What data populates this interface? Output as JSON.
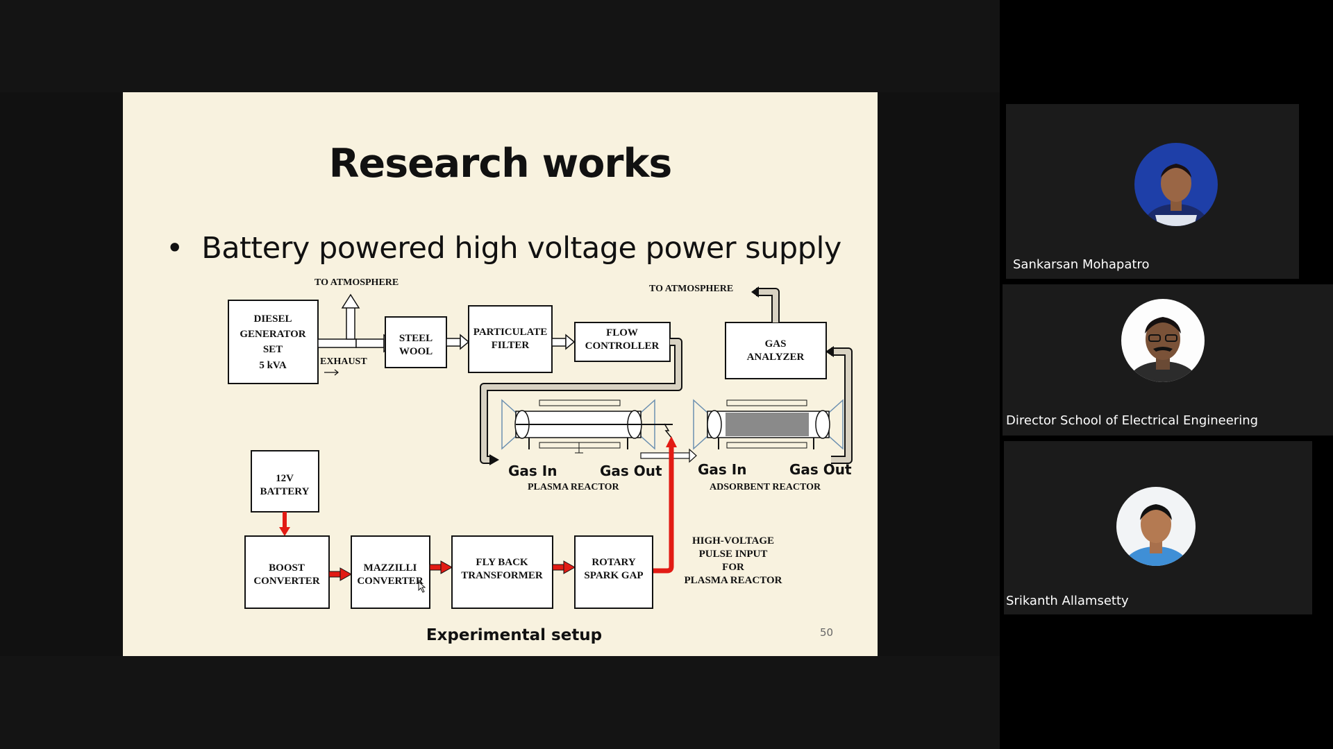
{
  "slide": {
    "title": "Research works",
    "bullet": "Battery powered high voltage power supply",
    "caption": "Experimental setup",
    "page_number": "50",
    "diagram": {
      "to_atmosphere_left": "TO ATMOSPHERE",
      "to_atmosphere_right": "TO ATMOSPHERE",
      "diesel_line1": "DIESEL",
      "diesel_line2": "GENERATOR",
      "diesel_line3": "SET",
      "diesel_line4": "5 kVA",
      "exhaust": "EXHAUST",
      "steel_line1": "STEEL",
      "steel_line2": "WOOL",
      "particulate_line1": "PARTICULATE",
      "particulate_line2": "FILTER",
      "flow_line1": "FLOW",
      "flow_line2": "CONTROLLER",
      "gas_analyzer_line1": "GAS",
      "gas_analyzer_line2": "ANALYZER",
      "gas_in_1": "Gas In",
      "gas_out_1": "Gas Out",
      "plasma_reactor": "PLASMA REACTOR",
      "gas_in_2": "Gas In",
      "gas_out_2": "Gas Out",
      "adsorbent_reactor": "ADSORBENT REACTOR",
      "battery_line1": "12V",
      "battery_line2": "BATTERY",
      "boost_line1": "BOOST",
      "boost_line2": "CONVERTER",
      "mazzilli_line1": "MAZZILLI",
      "mazzilli_line2": "CONVERTER",
      "flyback_line1": "FLY BACK",
      "flyback_line2": "TRANSFORMER",
      "rotary_line1": "ROTARY",
      "rotary_line2": "SPARK GAP",
      "hv_line1": "HIGH-VOLTAGE",
      "hv_line2": "PULSE INPUT",
      "hv_line3": "FOR",
      "hv_line4": "PLASMA REACTOR"
    }
  },
  "participants": [
    {
      "name": "Sankarsan Mohapatro",
      "avatar_color": "#1e3fa8"
    },
    {
      "name": "Director School of Electrical Engineering",
      "avatar_color": "#3a2a22"
    },
    {
      "name": "Srikanth Allamsetty",
      "avatar_color": "#3f8fd6"
    }
  ]
}
